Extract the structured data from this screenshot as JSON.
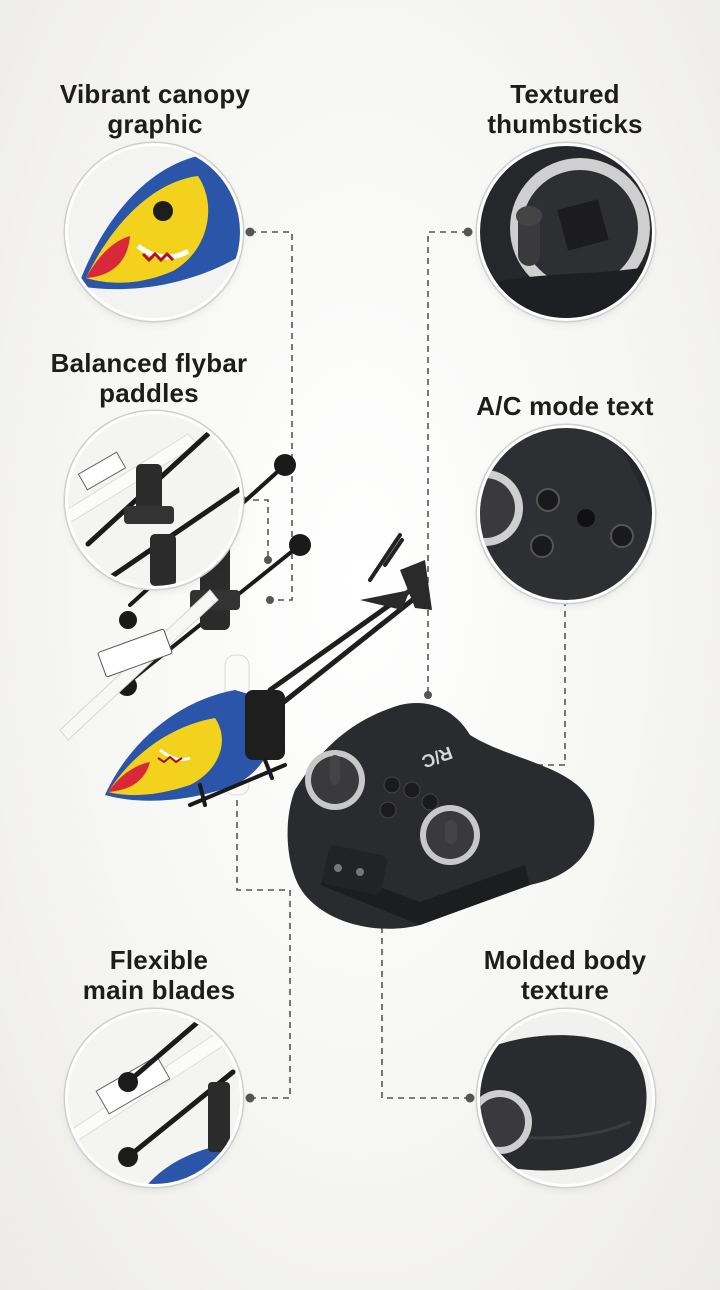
{
  "callouts": {
    "canopy": {
      "label": "Vibrant canopy\ngraphic",
      "icon": "canopy-graphic-closeup"
    },
    "thumbsticks": {
      "label": "Textured\nthumbsticks",
      "icon": "thumbstick-closeup"
    },
    "flybar": {
      "label": "Balanced flybar\npaddles",
      "icon": "flybar-closeup"
    },
    "mode_text": {
      "label": "A/C mode text",
      "icon": "mode-buttons-closeup"
    },
    "blades": {
      "label": "Flexible\nmain blades",
      "icon": "main-blades-closeup"
    },
    "body_texture": {
      "label": "Molded body\ntexture",
      "icon": "controller-body-closeup"
    }
  },
  "product_markings": {
    "controller_logo": "R/C"
  },
  "colors": {
    "connector_line": "#555555",
    "controller_body": "#2a2b2e",
    "canopy_red": "#d8283a",
    "canopy_yellow": "#f2d21c",
    "canopy_blue": "#2b55a8"
  }
}
